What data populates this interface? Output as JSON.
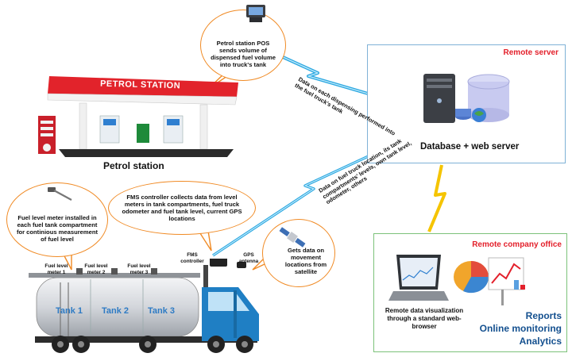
{
  "remote_server": {
    "title": "Remote server",
    "caption": "Database + web server"
  },
  "remote_office": {
    "title": "Remote company office",
    "caption_lines": [
      "Reports",
      "Online monitoring",
      "Analytics"
    ],
    "browser_text": "Remote data visualization through a standard web-browser"
  },
  "petrol_station": {
    "sign": "PETROL STATION",
    "caption": "Petrol station"
  },
  "bubbles": {
    "pos": "Petrol station POS sends volume of dispensed fuel volume into truck's tank",
    "fuel_meter": "Fuel level meter installed in each fuel tank compartment for continious measurement of fuel level",
    "fms": "FMS controller collects data from level meters in tank compartments, fuel truck odometer and fuel tank level, current GPS locations",
    "satellite": "Gets data on movement locations from satellite"
  },
  "links": {
    "dispensing": "Data on each dispensing performed into the fuel truck's tank",
    "truck_data": "Data on fuel truck location, its tank compartments' levels, own tank level, odometer, others"
  },
  "truck": {
    "tanks": [
      "Tank 1",
      "Tank 2",
      "Tank 3"
    ],
    "meters": [
      "Fuel level meter 1",
      "Fuel level meter 2",
      "Fuel level meter 3"
    ],
    "fms_label": "FMS controller",
    "gps_label": "GPS antenna"
  },
  "colors": {
    "bubble_border": "#f08a24",
    "server_border": "#7fb2d6",
    "office_border": "#7cc27a",
    "accent_red": "#e3202b",
    "accent_blue": "#14508f",
    "link_blue": "#2aa7e0",
    "link_yellow": "#f5c400"
  }
}
